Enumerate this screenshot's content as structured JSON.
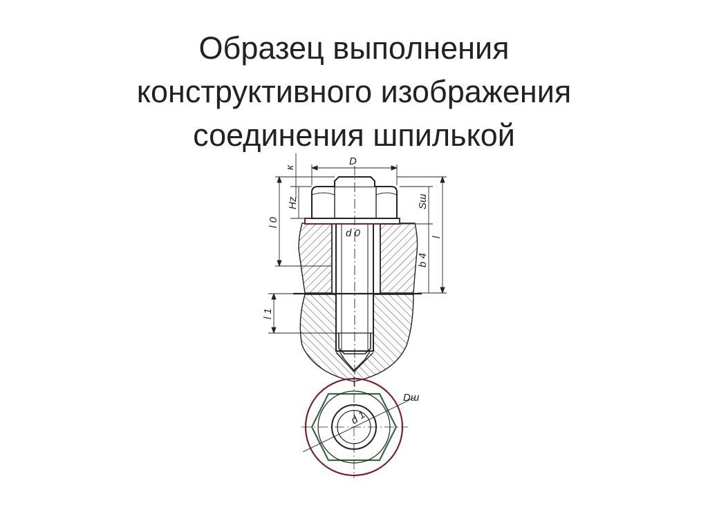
{
  "title": {
    "line1": "Образец выполнения",
    "line2": "конструктивного изображения",
    "line3": "соединения шпилькой"
  },
  "labels": {
    "D": "D",
    "k": "к",
    "Hz": "Hz",
    "Sw": "Sш",
    "l0": "l 0",
    "l": "l",
    "d0": "d 0",
    "b4": "b 4",
    "l1": "l 1",
    "Dw": "Dш",
    "d1": "d 1"
  },
  "colors": {
    "lines": "#222222",
    "washer_accent": "#7a2030",
    "hex_accent": "#2f6a3a"
  }
}
